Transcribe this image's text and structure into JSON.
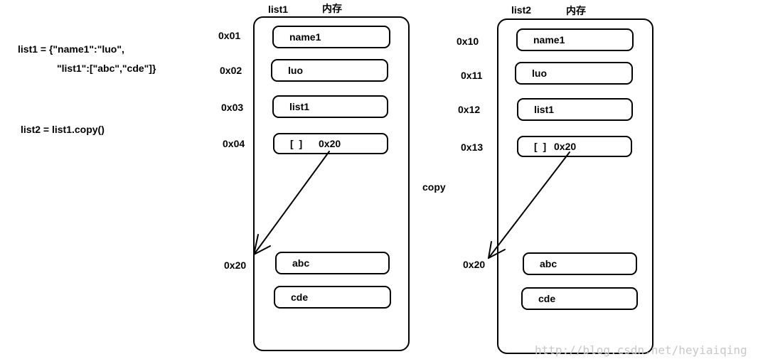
{
  "code": {
    "line1": "list1 = {\"name1\":\"luo\",",
    "line2": "\"list1\":[\"abc\",\"cde\"]}",
    "line3": "list2 = list1.copy()"
  },
  "copy_label": "copy",
  "watermark": "http://blog.csdn.net/heyiaiqing",
  "left_panel": {
    "name": "list1",
    "mem": "内存",
    "cells": [
      {
        "addr": "0x01",
        "label": "name1"
      },
      {
        "addr": "0x02",
        "label": "luo"
      },
      {
        "addr": "0x03",
        "label": "list1"
      },
      {
        "addr": "0x04",
        "label": "[  ]",
        "ref": "0x20"
      }
    ],
    "sub_addr": "0x20",
    "sub_cells": [
      "abc",
      "cde"
    ]
  },
  "right_panel": {
    "name": "list2",
    "mem": "内存",
    "cells": [
      {
        "addr": "0x10",
        "label": "name1"
      },
      {
        "addr": "0x11",
        "label": "luo"
      },
      {
        "addr": "0x12",
        "label": "list1"
      },
      {
        "addr": "0x13",
        "label": "[  ]",
        "ref": "0x20"
      }
    ],
    "sub_addr": "0x20",
    "sub_cells": [
      "abc",
      "cde"
    ]
  }
}
